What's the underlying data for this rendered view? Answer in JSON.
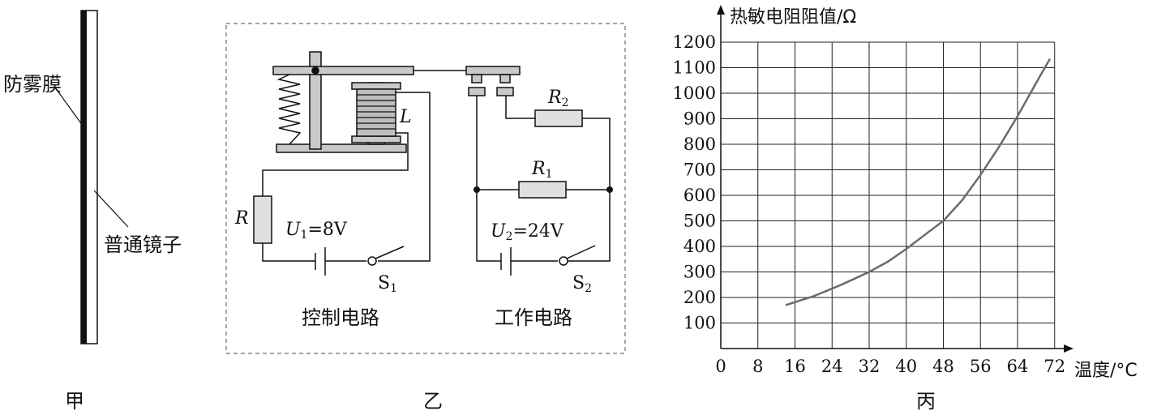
{
  "panel_a": {
    "film_label": "防雾膜",
    "mirror_label": "普通镜子",
    "caption": "甲"
  },
  "panel_b": {
    "coil_label": "L",
    "resistor_label": "R",
    "u1_symbol": "U",
    "u1_sub": "1",
    "u1_value": "=8V",
    "s1_symbol": "S",
    "s1_sub": "1",
    "r1_symbol": "R",
    "r1_sub": "1",
    "r2_symbol": "R",
    "r2_sub": "2",
    "u2_symbol": "U",
    "u2_sub": "2",
    "u2_value": "=24V",
    "s2_symbol": "S",
    "s2_sub": "2",
    "control_label": "控制电路",
    "work_label": "工作电路",
    "caption": "乙"
  },
  "panel_c": {
    "caption": "丙",
    "chart_data": {
      "type": "line",
      "ylabel": "热敏电阻阻值/Ω",
      "xlabel": "温度/°C",
      "x_ticks": [
        "0",
        "8",
        "16",
        "24",
        "32",
        "40",
        "48",
        "56",
        "64",
        "72"
      ],
      "y_ticks": [
        "100",
        "200",
        "300",
        "400",
        "500",
        "600",
        "700",
        "800",
        "900",
        "1000",
        "1100",
        "1200"
      ],
      "xlim": [
        0,
        72
      ],
      "ylim": [
        0,
        1200
      ],
      "grid": true,
      "series": [
        {
          "x": [
            14,
            20,
            26,
            32,
            36,
            40,
            44,
            48,
            52,
            56,
            60,
            64,
            68,
            71
          ],
          "y": [
            170,
            205,
            250,
            300,
            340,
            390,
            445,
            500,
            580,
            680,
            790,
            910,
            1040,
            1135
          ]
        }
      ]
    }
  }
}
